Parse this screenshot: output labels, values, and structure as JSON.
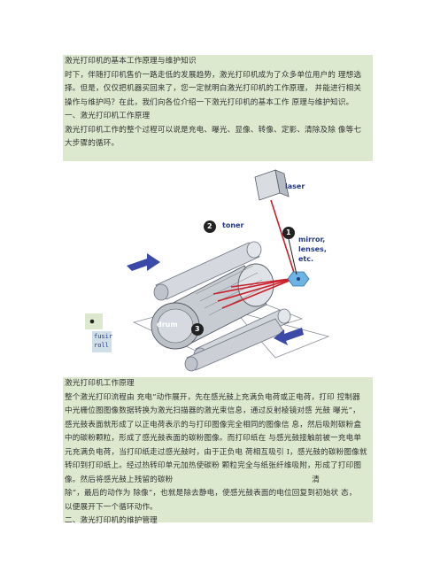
{
  "section1": {
    "title": "激光打印机的基本工作原理与维护知识",
    "lines": [
      "时下，伴随打印机售价一路走低的发展趋势，激光打印机成为了众多单位用户的  理想选",
      "择。但是，仅仅把机器买回来了，您一定就明白激光打印机的工作原理，  并能进行相关",
      "操作与维护吗？在此，我们向各位介绍一下激光打印机的基本工作  原理与维护知识。",
      "一、激光打印机工作原理",
      "激光打印机工作的整个过程可以说是充电、曝光、显像、转像、定影、清除及除  像等七",
      "大步骤的循环。"
    ]
  },
  "figure": {
    "labels": {
      "laser": "laser",
      "toner": "toner",
      "mirror": "mirror,",
      "lenses": "lenses,",
      "etc": "etc.",
      "drum": "drum",
      "fuser1": "fusir",
      "fuser2": "roll",
      "step1": "1",
      "step2": "2",
      "step3": "3"
    },
    "colors": {
      "beam": "#cc1f2a",
      "arrow": "#3b4aa8",
      "mirror": "#6cb4e4",
      "roller": "#cfd3da"
    }
  },
  "section2": {
    "title": "激光打印机工作原理",
    "lines": [
      "整个激光打印流程由 充电”动作展开，先在感光鼓上充满负电荷或正电荷，打印 控制器",
      "中光栅位图图像数据转换为激光扫描器的激光束信息，通过反射棱镜对感 光鼓 曝光”，",
      "感光鼓表面就形成了以正电荷表示的与打印图像完全相同的图像信 息，然后吸附碳粉盒",
      "中的碳粉颗粒，形成了感光鼓表面的碳粉图像。而打印纸在 与感光鼓接触前被一充电单",
      "元充满负电荷，当打印纸走过感光鼓时，由于正负电 荷相互吸引 I，感光鼓的碳粉图像就",
      "转印到打印纸上。经过热转印单元加热使碳粉 颗粒完全与纸张纤维吸附，形成了打印图",
      "像。然后将感光鼓上残留的碳粉"
    ],
    "line_end": "清",
    "tail_lines": [
      "除”，最后的动作为 除像”，也就是除去静电，使感光鼓表面的电位回复到初始状  态，",
      "以便展开下一个循环动作。",
      "二、激光打印机的维护管理"
    ]
  }
}
